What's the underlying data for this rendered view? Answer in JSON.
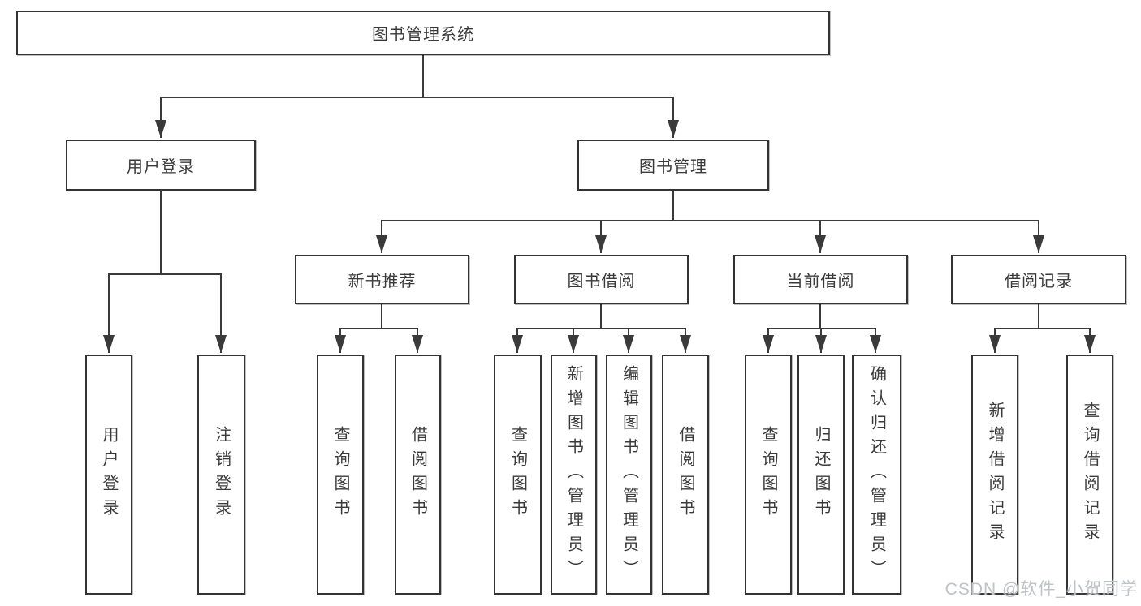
{
  "diagram": {
    "title": "图书管理系统",
    "branches": {
      "user_login": {
        "label": "用户登录",
        "children": {
          "user_login": "用户登录",
          "logout": "注销登录"
        }
      },
      "book_mgmt": {
        "label": "图书管理",
        "children": {
          "new_book_rec": {
            "label": "新书推荐",
            "children": {
              "query_books": "查询图书",
              "borrow_books": "借阅图书"
            }
          },
          "book_borrow": {
            "label": "图书借阅",
            "children": {
              "query_books": "查询图书",
              "add_book": "新增图书（管理员）",
              "edit_book": "编辑图书（管理员）",
              "borrow_books": "借阅图书"
            }
          },
          "current_borrow": {
            "label": "当前借阅",
            "children": {
              "query_books": "查询图书",
              "return_book": "归还图书",
              "confirm_return": "确认归还（管理员）"
            }
          },
          "borrow_records": {
            "label": "借阅记录",
            "children": {
              "add_record": "新增借阅记录",
              "query_record": "查询借阅记录"
            }
          }
        }
      }
    }
  },
  "watermark": "CSDN @软件_小贺同学",
  "colors": {
    "line": "#3a3a3a",
    "box_border": "#333333",
    "text": "#3a3a3a",
    "watermark": "#bfc3c7",
    "background": "#ffffff"
  }
}
